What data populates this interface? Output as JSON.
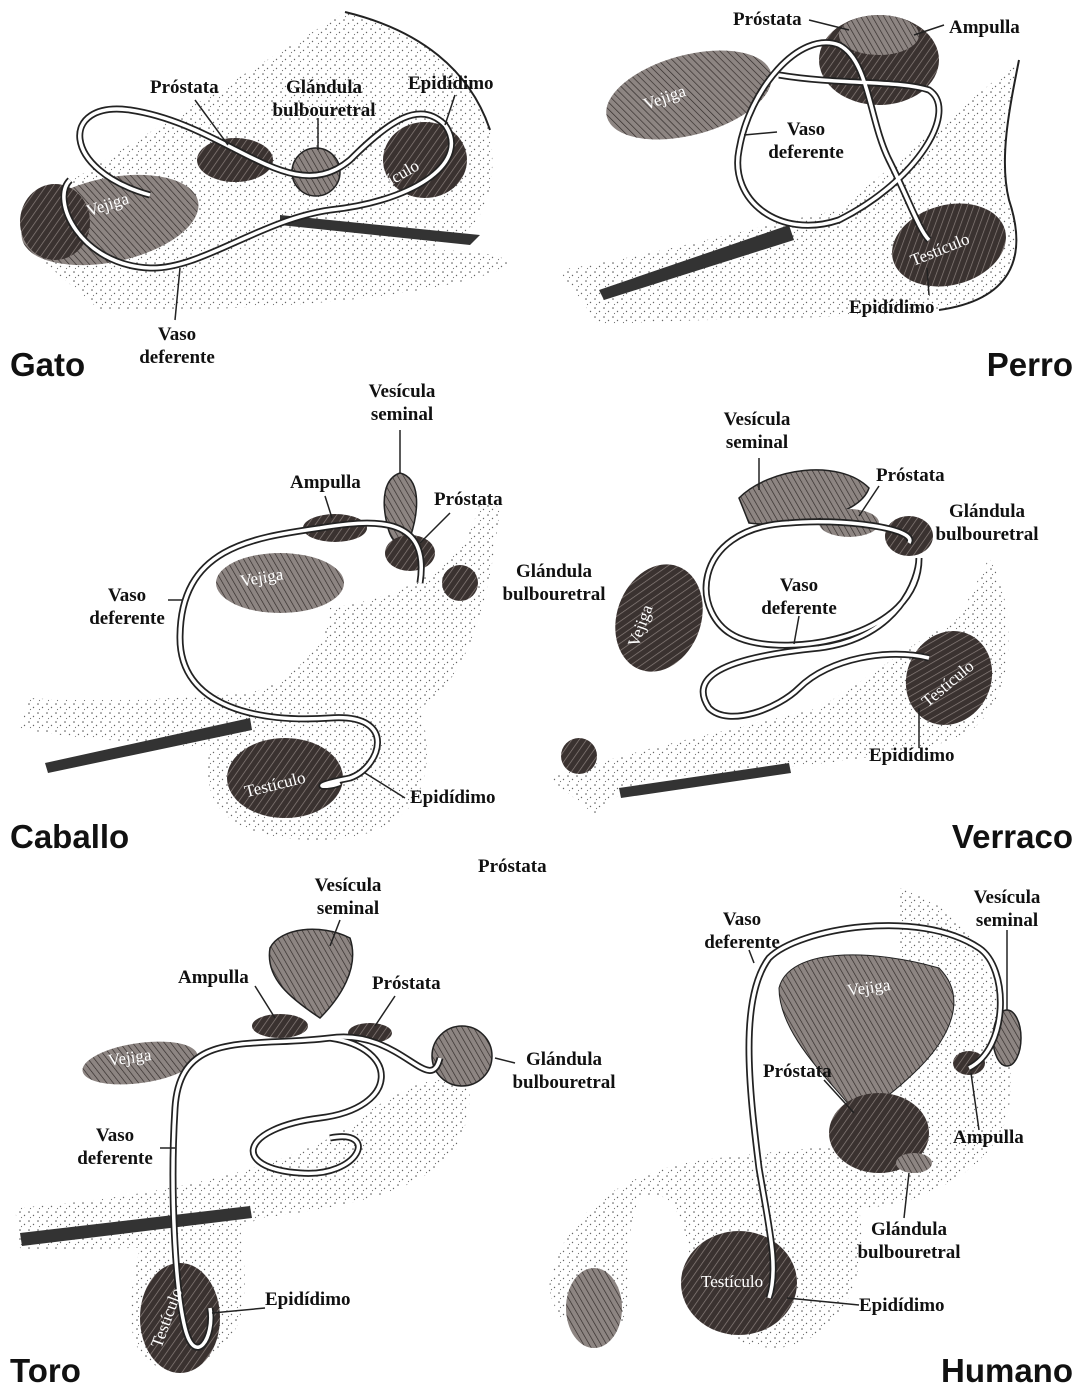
{
  "panels": {
    "gato": {
      "species": "Gato",
      "labels": {
        "prostata": "Próstata",
        "glandula_bulbouretral": "Glándula bulbouretral",
        "epididimo": "Epidídimo",
        "vaso_deferente": "Vaso deferente",
        "vejiga": "Vejiga",
        "testiculo": "Testículo"
      }
    },
    "perro": {
      "species": "Perro",
      "labels": {
        "prostata": "Próstata",
        "ampulla": "Ampulla",
        "vejiga": "Vejiga",
        "vaso_deferente": "Vaso deferente",
        "testiculo": "Testículo",
        "epididimo": "Epidídimo"
      }
    },
    "caballo": {
      "species": "Caballo",
      "labels": {
        "vesicula_seminal": "Vesícula seminal",
        "ampulla": "Ampulla",
        "prostata": "Próstata",
        "glandula_bulbouretral": "Glándula bulbouretral",
        "vaso_deferente": "Vaso deferente",
        "vejiga": "Vejiga",
        "testiculo": "Testículo",
        "epididimo": "Epidídimo"
      }
    },
    "verraco": {
      "species": "Verraco",
      "labels": {
        "vesicula_seminal": "Vesícula seminal",
        "prostata": "Próstata",
        "glandula_bulbouretral": "Glándula bulbouretral",
        "vaso_deferente": "Vaso deferente",
        "vejiga": "Vejiga",
        "testiculo": "Testículo",
        "epididimo": "Epidídimo"
      }
    },
    "toro": {
      "species": "Toro",
      "labels": {
        "vesicula_seminal": "Vesícula seminal",
        "ampulla": "Ampulla",
        "prostata": "Próstata",
        "glandula_bulbouretral": "Glándula bulbouretral",
        "vejiga": "Vejiga",
        "vaso_deferente": "Vaso deferente",
        "testiculo": "Testículo",
        "epididimo": "Epidídimo"
      }
    },
    "humano": {
      "species": "Humano",
      "labels": {
        "vaso_deferente": "Vaso deferente",
        "vesicula_seminal": "Vesícula seminal",
        "vejiga": "Vejiga",
        "prostata": "Próstata",
        "ampulla": "Ampulla",
        "glandula_bulbouretral": "Glándula bulbouretral",
        "testiculo": "Testículo",
        "epididimo": "Epidídimo"
      }
    }
  },
  "stray_label": "Próstata"
}
